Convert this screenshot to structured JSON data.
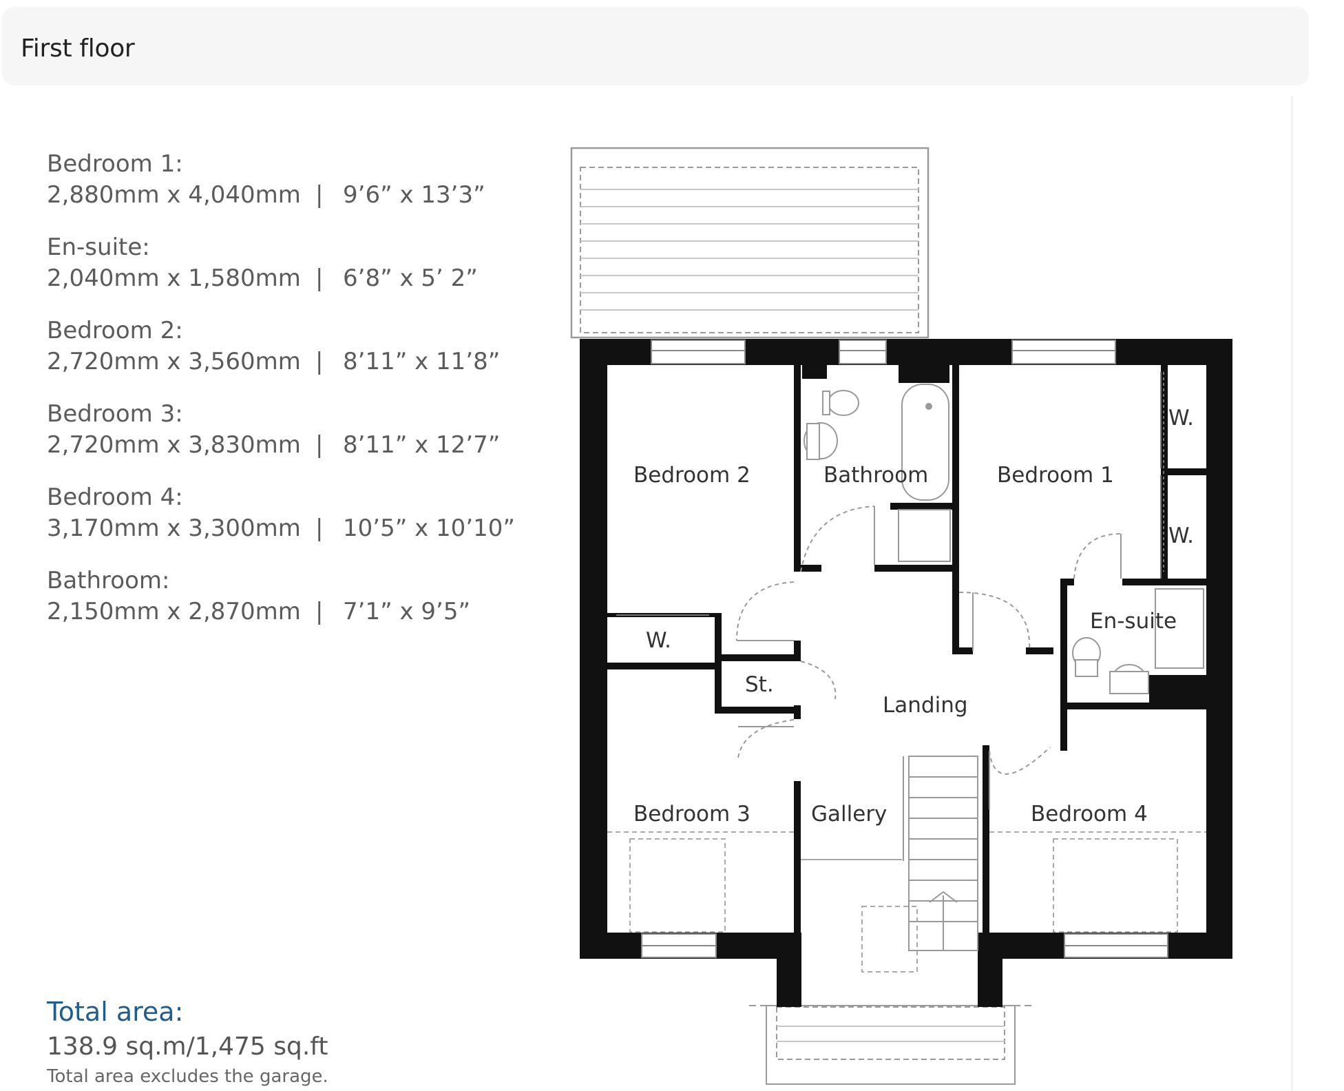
{
  "header": {
    "title": "First floor"
  },
  "rooms": [
    {
      "name": "Bedroom 1:",
      "metric": "2,880mm x 4,040mm",
      "imperial": "9’6” x 13’3”"
    },
    {
      "name": "En-suite:",
      "metric": "2,040mm x 1,580mm",
      "imperial": "6’8” x 5’ 2”"
    },
    {
      "name": "Bedroom 2:",
      "metric": "2,720mm x 3,560mm",
      "imperial": "8’11” x 11’8”"
    },
    {
      "name": "Bedroom 3:",
      "metric": "2,720mm x 3,830mm",
      "imperial": "8’11” x 12’7”"
    },
    {
      "name": "Bedroom 4:",
      "metric": "3,170mm x 3,300mm",
      "imperial": "10’5” x 10’10”"
    },
    {
      "name": "Bathroom:",
      "metric": "2,150mm x 2,870mm",
      "imperial": "7’1” x 9’5”"
    }
  ],
  "separator": "|",
  "total": {
    "label": "Total area:",
    "value": "138.9 sq.m/1,475 sq.ft",
    "note": "Total area excludes the garage."
  },
  "plan": {
    "labels": {
      "bedroom2": "Bedroom 2",
      "bathroom": "Bathroom",
      "bedroom1": "Bedroom 1",
      "wardrobe1": "W.",
      "wardrobe2": "W.",
      "wardrobe3": "W.",
      "ensuite": "En-suite",
      "store": "St.",
      "landing": "Landing",
      "bedroom3": "Bedroom 3",
      "gallery": "Gallery",
      "bedroom4": "Bedroom 4"
    }
  }
}
